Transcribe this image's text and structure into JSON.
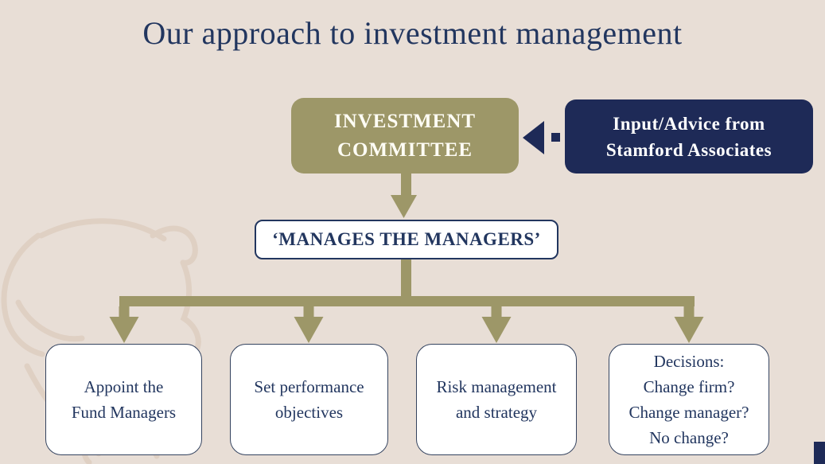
{
  "slide": {
    "title": "Our approach to investment management"
  },
  "diagram": {
    "committee": {
      "lines": [
        "INVESTMENT",
        "COMMITTEE"
      ]
    },
    "advice": {
      "lines": [
        "Input/Advice from",
        "Stamford Associates"
      ]
    },
    "manages": {
      "label": "‘MANAGES THE MANAGERS’"
    },
    "children": [
      {
        "lines": [
          "Appoint the",
          "Fund Managers"
        ]
      },
      {
        "lines": [
          "Set performance",
          "objectives"
        ]
      },
      {
        "lines": [
          "Risk management",
          "and strategy"
        ]
      },
      {
        "lines": [
          "Decisions:",
          "Change firm?",
          "Change manager?",
          "No change?"
        ]
      }
    ]
  },
  "colors": {
    "bg": "#e8ded6",
    "olive": "#9d9768",
    "navy": "#1e2a57",
    "ink": "#22365f",
    "box-border": "#34435f",
    "watermark": "#d8c5b5"
  }
}
